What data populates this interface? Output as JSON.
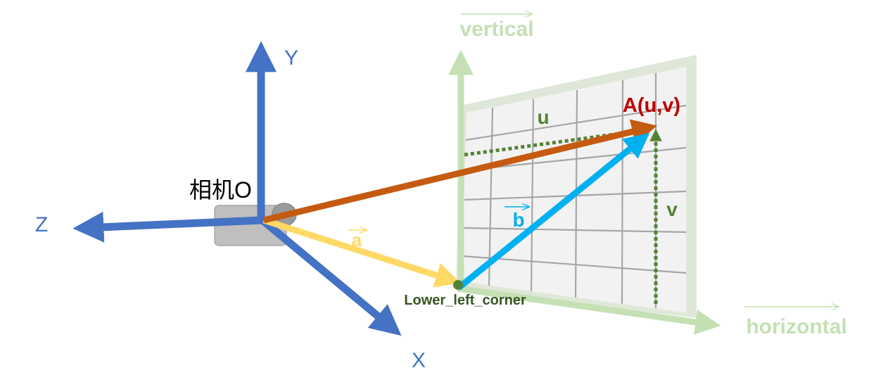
{
  "labels": {
    "y_axis": "Y",
    "z_axis": "Z",
    "x_axis": "X",
    "camera": "相机O",
    "vertical": "vertical",
    "horizontal": "horizontal",
    "point_a": "A(u,v)",
    "u": "u",
    "v": "v",
    "vec_a": "a",
    "vec_b": "b",
    "corner": "Lower_left_corner"
  },
  "colors": {
    "axis_blue": "#4472c4",
    "plane_green": "#c5e0b4",
    "dotted_green": "#548235",
    "corner_green": "#375623",
    "orange": "#c55a11",
    "cyan": "#00b0f0",
    "yellow": "#ffd966",
    "red": "#c00000",
    "camera_gray": "#bfbfbf",
    "grid_face": "#f2f2f2",
    "grid_line": "#a6a6a6"
  }
}
